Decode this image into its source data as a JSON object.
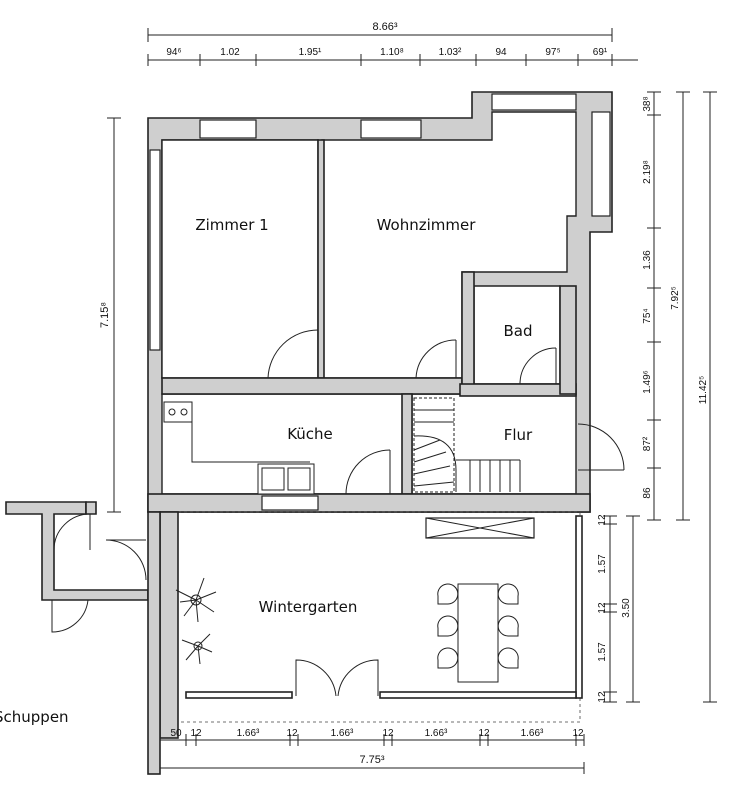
{
  "rooms": {
    "zimmer1": "Zimmer 1",
    "wohnzimmer": "Wohnzimmer",
    "bad": "Bad",
    "kueche": "Küche",
    "flur": "Flur",
    "wintergarten": "Wintergarten",
    "schuppen": "Schuppen"
  },
  "dims_top": {
    "total": "8.66³",
    "segments": [
      "94⁶",
      "1.02",
      "1.95¹",
      "1.10⁸",
      "1.03²",
      "94",
      "97⁵",
      "69¹"
    ]
  },
  "dims_left": {
    "total": "7.15⁸"
  },
  "dims_right": {
    "inner": [
      "38⁸",
      "2.19⁸",
      "1.36",
      "75⁴",
      "1.49⁶",
      "87²",
      "86"
    ],
    "mid": "7.92⁵",
    "outer": "11.42⁵",
    "wintergarten": [
      "12",
      "1.57",
      "12",
      "1.57",
      "12"
    ],
    "wintergarten_total": "3.50"
  },
  "dims_bottom": {
    "segments": [
      "50",
      "12",
      "1.66³",
      "12",
      "1.66³",
      "12",
      "1.66³",
      "12",
      "1.66³",
      "12"
    ],
    "total": "7.75³"
  }
}
